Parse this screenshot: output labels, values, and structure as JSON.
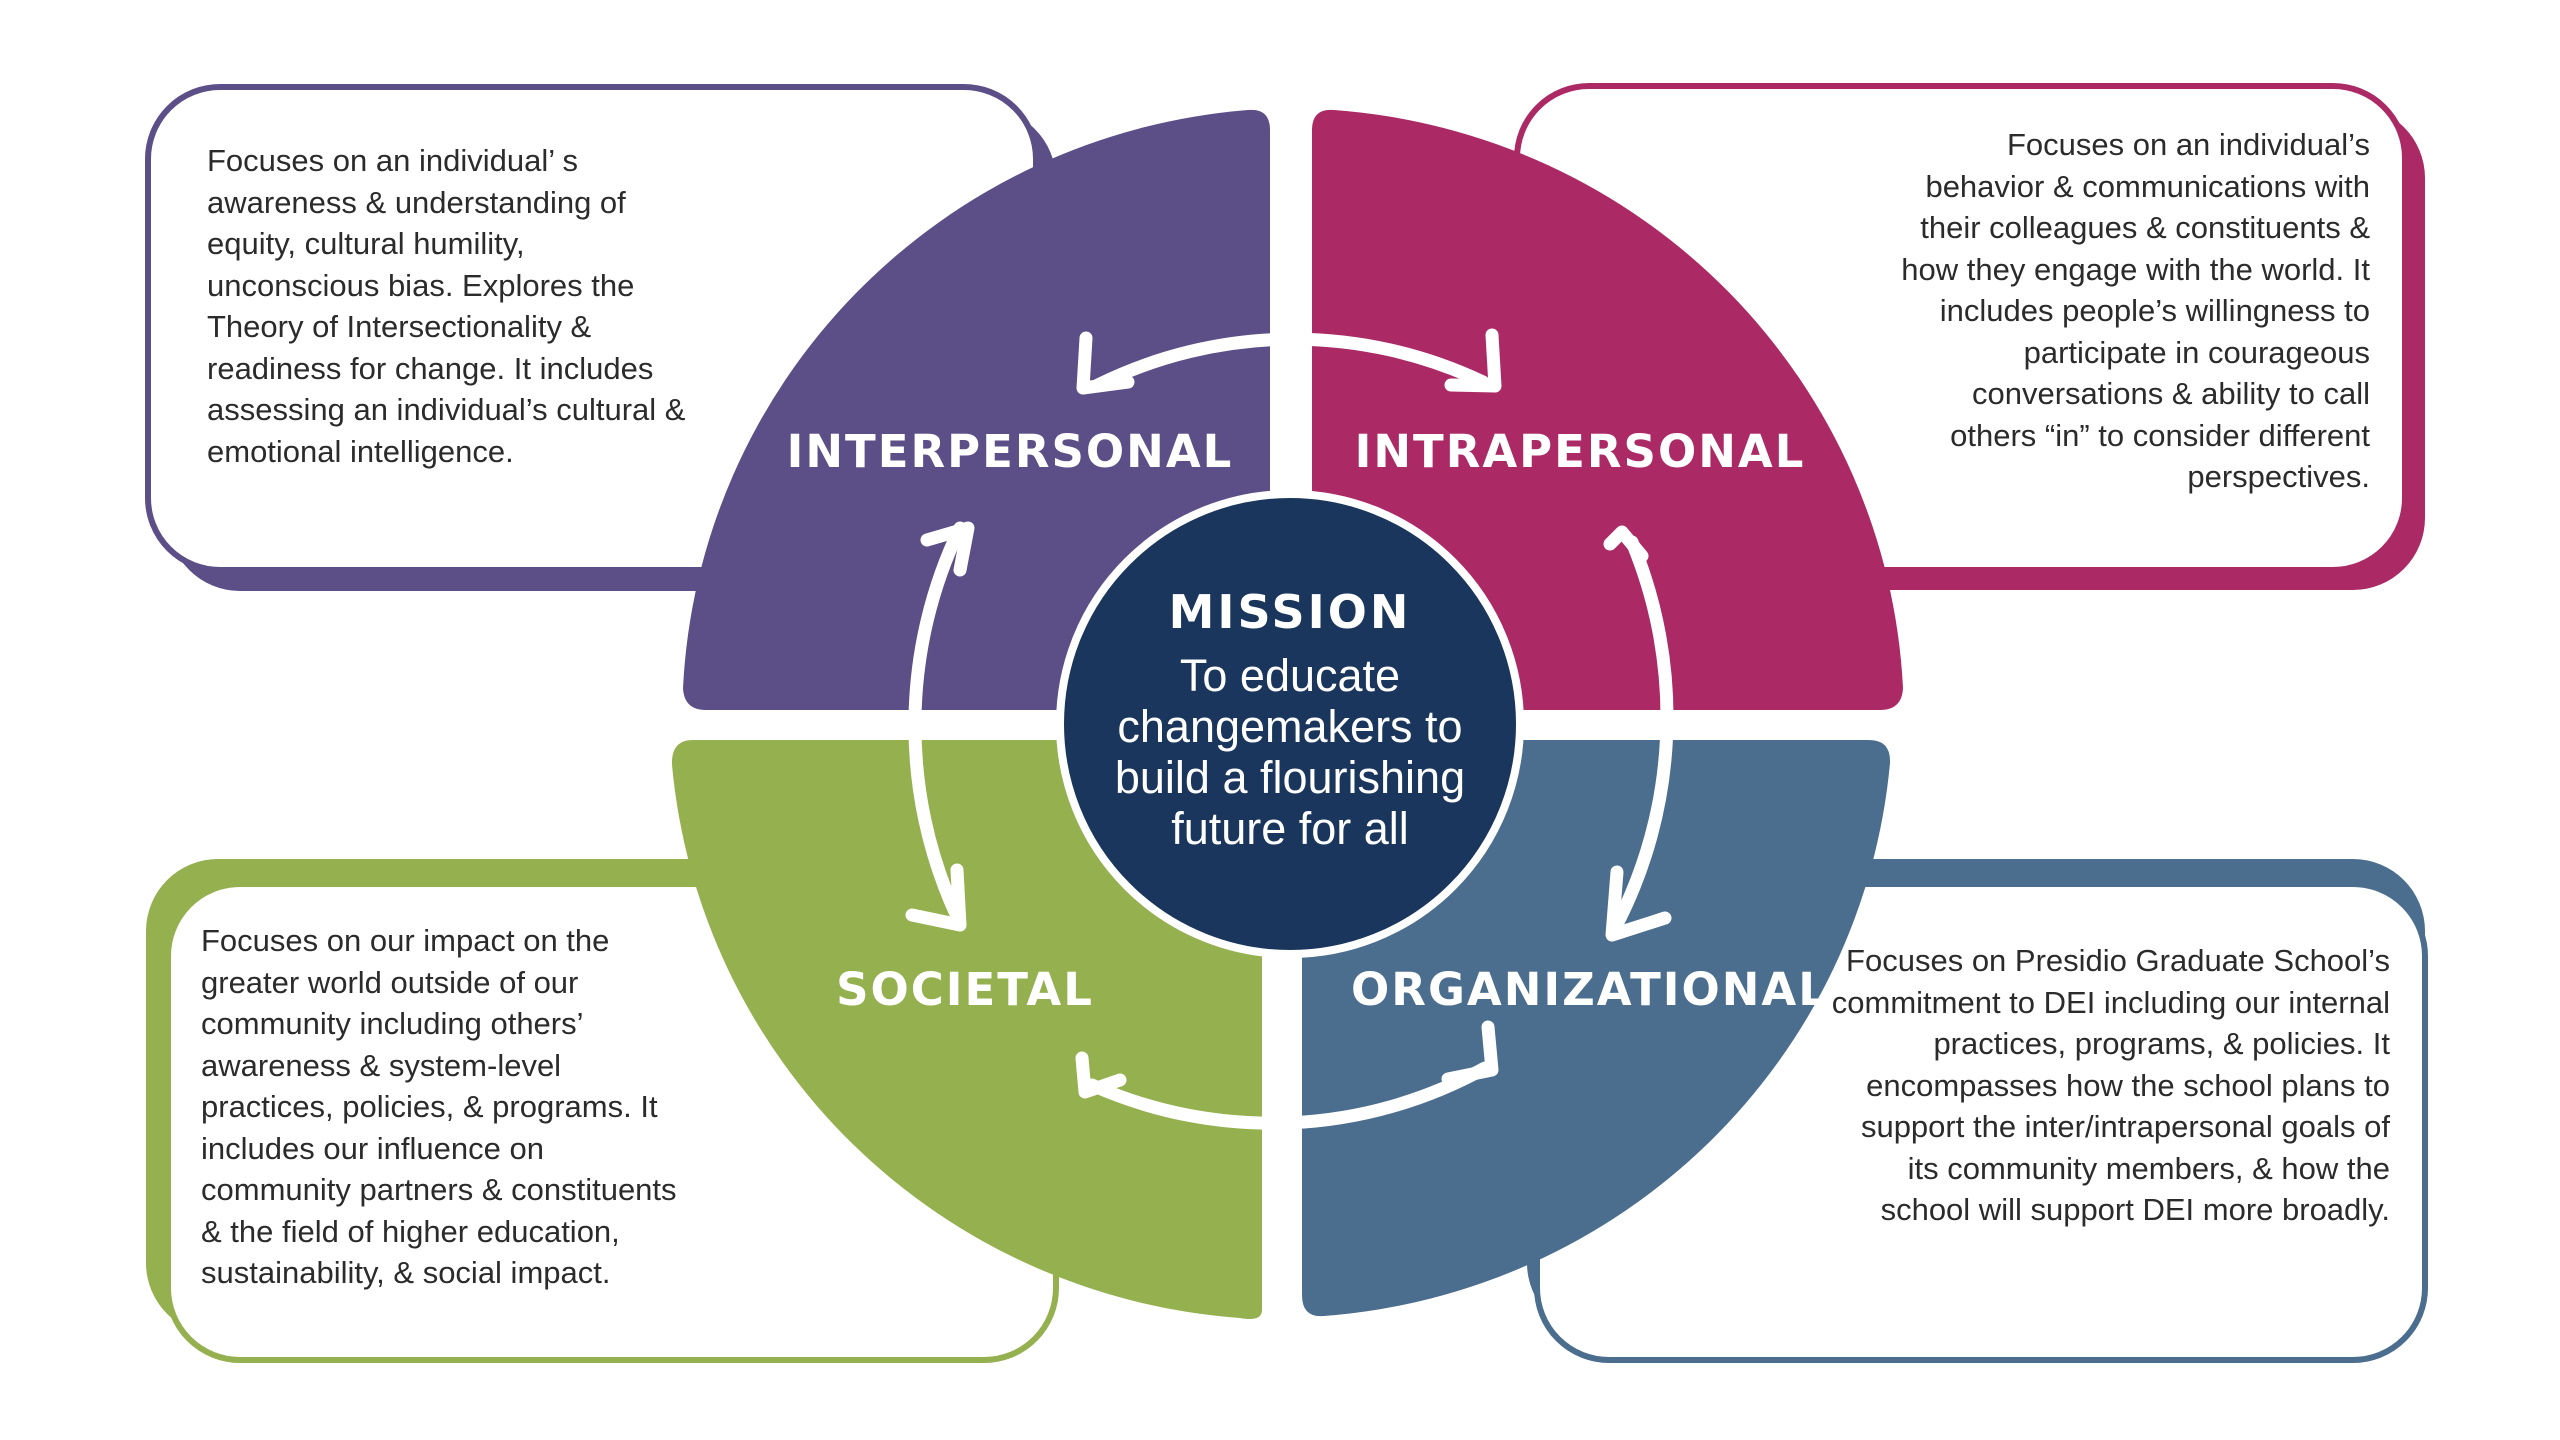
{
  "colors": {
    "interpersonal": "#5c4e87",
    "intrapersonal": "#ab2a66",
    "societal": "#94b04f",
    "organizational": "#4b6d8e",
    "mission": "#1a365c",
    "text": "#2b2b2b"
  },
  "quadrants": [
    {
      "key": "interpersonal",
      "label": "INTERPERSONAL",
      "description": "Focuses on an individual’ s awareness & understanding of equity, cultural humility, unconscious bias. Explores the Theory of Intersectionality & readiness for change. It includes assessing an individual’s cultural & emotional intelligence."
    },
    {
      "key": "intrapersonal",
      "label": "INTRAPERSONAL",
      "description": "Focuses on an individual’s behavior & communications with their colleagues & constituents & how they engage with the world. It includes people’s willingness to participate in courageous conversations & ability to call others “in” to consider different perspectives."
    },
    {
      "key": "societal",
      "label": "SOCIETAL",
      "description": "Focuses on our impact on the greater world outside of our community including others’ awareness & system-level practices, policies, & programs. It includes our influence on community partners & constituents & the field of higher education, sustainability, & social impact."
    },
    {
      "key": "organizational",
      "label": "ORGANIZATIONAL",
      "description": "Focuses on Presidio Graduate School’s commitment to DEI including our internal practices, programs, & policies. It encompasses how the school plans to support the inter/intrapersonal goals of its community members, & how the school will support DEI more broadly."
    }
  ],
  "mission": {
    "title": "MISSION",
    "text": "To educate changemakers to build a flourishing future for all"
  },
  "icons": {
    "cycle_arrows": "curved-arrow-icon"
  }
}
